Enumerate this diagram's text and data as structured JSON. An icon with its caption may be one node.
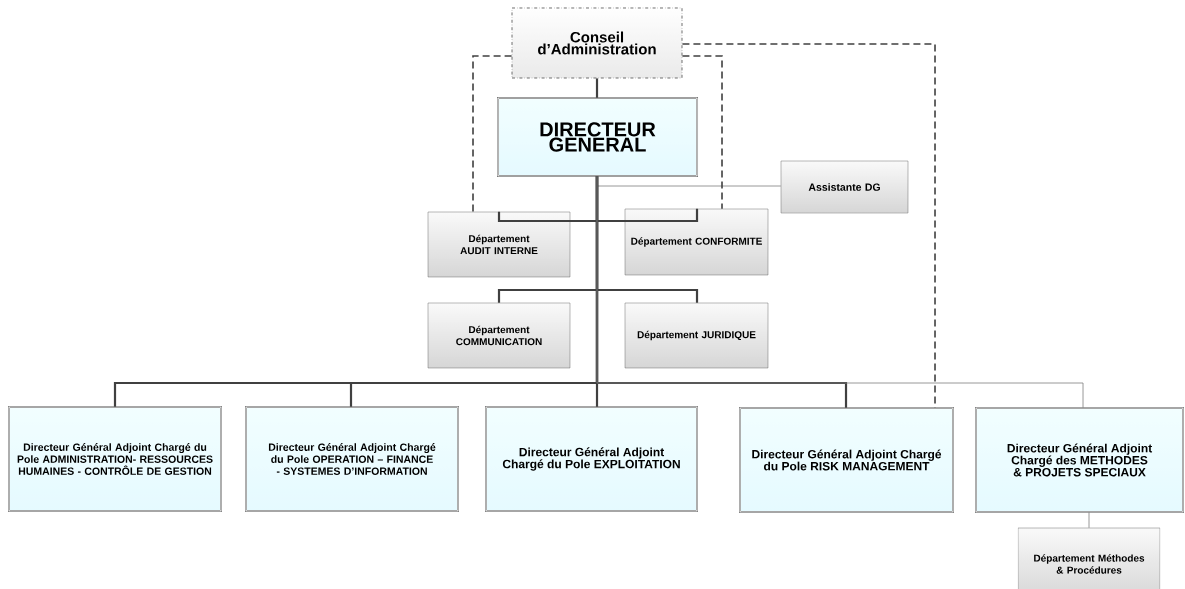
{
  "diagram": {
    "nodes": [
      {
        "text": [
          "Conseil d’Administration"
        ]
      },
      {
        "text": [
          "DIRECTEUR GENERAL"
        ]
      },
      {
        "text": [
          "Assistante DG"
        ]
      },
      {
        "text": [
          "Département AUDIT INTERNE"
        ]
      },
      {
        "text": [
          "Département CONFORMITE"
        ]
      },
      {
        "text": [
          "Département COMMUNICATION"
        ]
      },
      {
        "text": [
          "Département JURIDIQUE"
        ]
      },
      {
        "text": [
          "Directeur Général Adjoint Chargé du Pole ADMINISTRATION- RESSOURCES HUMAINES - CONTRÔLE DE GESTION"
        ]
      },
      {
        "text": [
          "Directeur Général Adjoint Chargé du Pole OPERATION – FINANCE - SYSTEMES D’INFORMATION"
        ]
      },
      {
        "text": [
          "Directeur Général Adjoint Chargé du Pole EXPLOITATION"
        ]
      },
      {
        "text": [
          "Directeur Général Adjoint Chargé du Pole RISK MANAGEMENT"
        ]
      },
      {
        "text": [
          "Directeur Général Adjoint Chargé des METHODES & PROJETS SPECIAUX"
        ]
      },
      {
        "text": [
          "Département Méthodes & Procédures"
        ]
      }
    ],
    "edges": [
      {
        "from": 0,
        "to": 1,
        "arrow": "none"
      },
      {
        "from": 1,
        "to": 2,
        "arrow": "none",
        "color": "#7f7f7f"
      },
      {
        "from": 1,
        "to": 3,
        "arrow": "none"
      },
      {
        "from": 1,
        "to": 4,
        "arrow": "none"
      },
      {
        "from": 0,
        "to": 3,
        "arrow": "none",
        "style": "dashed"
      },
      {
        "from": 0,
        "to": 4,
        "arrow": "none",
        "style": "dashed"
      },
      {
        "from": 0,
        "to": 10,
        "arrow": "none",
        "style": "dashed"
      },
      {
        "from": 1,
        "to": 5,
        "arrow": "none"
      },
      {
        "from": 1,
        "to": 6,
        "arrow": "none"
      },
      {
        "from": 1,
        "to": 7,
        "arrow": "none"
      },
      {
        "from": 1,
        "to": 8,
        "arrow": "none"
      },
      {
        "from": 1,
        "to": 9,
        "arrow": "none"
      },
      {
        "from": 1,
        "to": 10,
        "arrow": "none"
      },
      {
        "from": 1,
        "to": 11,
        "arrow": "none",
        "color": "#7f7f7f"
      },
      {
        "from": 11,
        "to": 12,
        "arrow": "none",
        "color": "#7f7f7f"
      }
    ]
  }
}
